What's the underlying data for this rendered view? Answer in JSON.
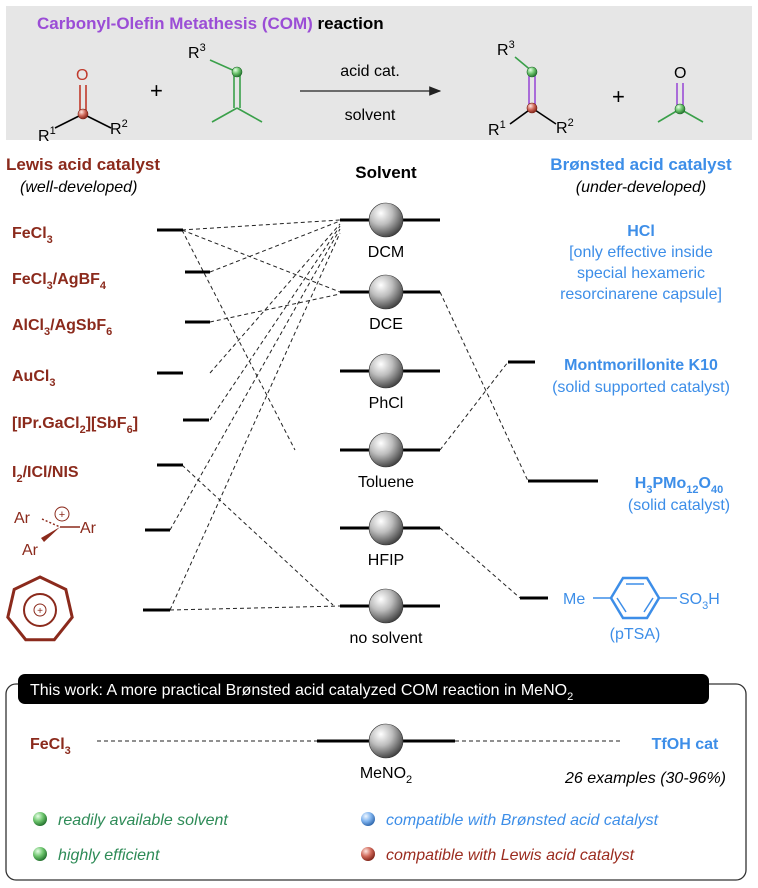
{
  "header": {
    "title_prefix": "Carbonyl-Olefin Metathesis (COM)",
    "title_suffix": " reaction",
    "arrow_top": "acid cat.",
    "arrow_bottom": "solvent",
    "plus": "+",
    "atoms": {
      "O": "O",
      "R1": "R",
      "R1_sup": "1",
      "R2": "R",
      "R2_sup": "2",
      "R3": "R",
      "R3_sup": "3"
    }
  },
  "lewis": {
    "title": "Lewis acid catalyst",
    "subtitle": "(well-developed)",
    "items": [
      {
        "parts": [
          [
            "FeCl",
            ""
          ],
          [
            "3",
            "sub"
          ]
        ]
      },
      {
        "parts": [
          [
            "FeCl",
            ""
          ],
          [
            "3",
            "sub"
          ],
          [
            "/AgBF",
            ""
          ],
          [
            "4",
            "sub"
          ]
        ]
      },
      {
        "parts": [
          [
            "AlCl",
            ""
          ],
          [
            "3",
            "sub"
          ],
          [
            "/AgSbF",
            ""
          ],
          [
            "6",
            "sub"
          ]
        ]
      },
      {
        "parts": [
          [
            "AuCl",
            ""
          ],
          [
            "3",
            "sub"
          ]
        ]
      },
      {
        "parts": [
          [
            "[IPr.GaCl",
            ""
          ],
          [
            "2",
            "sub"
          ],
          [
            "][SbF",
            ""
          ],
          [
            "6",
            "sub"
          ],
          [
            "]",
            ""
          ]
        ]
      },
      {
        "parts": [
          [
            "I",
            ""
          ],
          [
            "2",
            "sub"
          ],
          [
            "/ICl/NIS",
            ""
          ]
        ]
      }
    ],
    "trityl": {
      "ar1": "Ar",
      "ar2": "Ar",
      "ar3": "Ar",
      "charge": "+"
    },
    "tropylium": {
      "charge": "+"
    }
  },
  "solvent": {
    "title": "Solvent",
    "items": [
      "DCM",
      "DCE",
      "PhCl",
      "Toluene",
      "HFIP",
      "no solvent"
    ]
  },
  "bronsted": {
    "title": "Brønsted acid catalyst",
    "subtitle": "(under-developed)",
    "hcl": {
      "name": "HCl",
      "note": [
        "[only effective inside",
        "special hexameric",
        "resorcinarene capsule]"
      ]
    },
    "k10": {
      "name": "Montmorillonite K10",
      "note": "(solid supported catalyst)"
    },
    "hpmo": {
      "parts": [
        [
          "H",
          ""
        ],
        [
          "3",
          "sub"
        ],
        [
          "PMo",
          ""
        ],
        [
          "12",
          "sub"
        ],
        [
          "O",
          ""
        ],
        [
          "40",
          "sub"
        ]
      ],
      "note": "(solid catalyst)"
    },
    "ptsa": {
      "me": "Me",
      "so3h_parts": [
        [
          "SO",
          ""
        ],
        [
          "3",
          "sub"
        ],
        [
          "H",
          ""
        ]
      ],
      "note": "(pTSA)"
    }
  },
  "this_work": {
    "banner_parts": [
      [
        "This work: A more practical Brønsted acid catalyzed COM reaction in MeNO",
        ""
      ],
      [
        "2",
        "sub"
      ]
    ],
    "left": {
      "parts": [
        [
          "FeCl",
          ""
        ],
        [
          "3",
          "sub"
        ]
      ]
    },
    "solvent": {
      "parts": [
        [
          "MeNO",
          ""
        ],
        [
          "2",
          "sub"
        ]
      ]
    },
    "right": "TfOH cat",
    "examples": "26 examples (30-96%)",
    "features": [
      {
        "text": "readily available solvent",
        "color": "#2e8b57"
      },
      {
        "text": "highly efficient",
        "color": "#2e8b57"
      },
      {
        "text": "compatible with Brønsted acid catalyst",
        "color": "#3d8ee8"
      },
      {
        "text": "compatible with Lewis acid catalyst",
        "color": "#9b2c1f"
      }
    ]
  },
  "colors": {
    "lewis": "#8b2a1c",
    "bronsted": "#3d8ee8",
    "purple": "#9b4dd6",
    "green": "#3aa04a",
    "red_atom": "#c0392b",
    "header_bg": "#e6e6e6"
  }
}
